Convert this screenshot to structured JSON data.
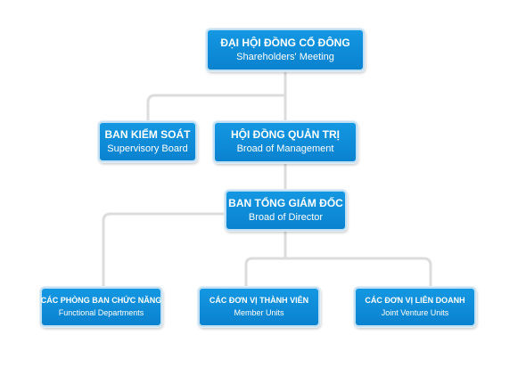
{
  "nodes": {
    "shareholders": {
      "title": "ĐẠI HỘI ĐỒNG CỔ ĐÔNG",
      "subtitle": "Shareholders' Meeting"
    },
    "supervisory": {
      "title": "BAN KIỂM SOÁT",
      "subtitle": "Supervisory Board"
    },
    "management": {
      "title": "HỘI ĐỒNG QUẢN TRỊ",
      "subtitle": "Broad of Management"
    },
    "director": {
      "title": "BAN TỔNG GIÁM ĐỐC",
      "subtitle": "Broad of Director"
    },
    "departments": {
      "title": "CÁC PHÒNG BAN CHỨC NĂNG",
      "subtitle": "Functional Departments"
    },
    "member_units": {
      "title": "CÁC ĐƠN VỊ THÀNH VIÊN",
      "subtitle": "Member Units"
    },
    "joint_venture": {
      "title": "CÁC ĐƠN VỊ LIÊN DOANH",
      "subtitle": "Joint Venture Units"
    }
  },
  "colors": {
    "node_fill": "#0f8fdc",
    "node_border": "#bfe0f5",
    "connector": "#dcdcdc",
    "text": "#ffffff"
  }
}
